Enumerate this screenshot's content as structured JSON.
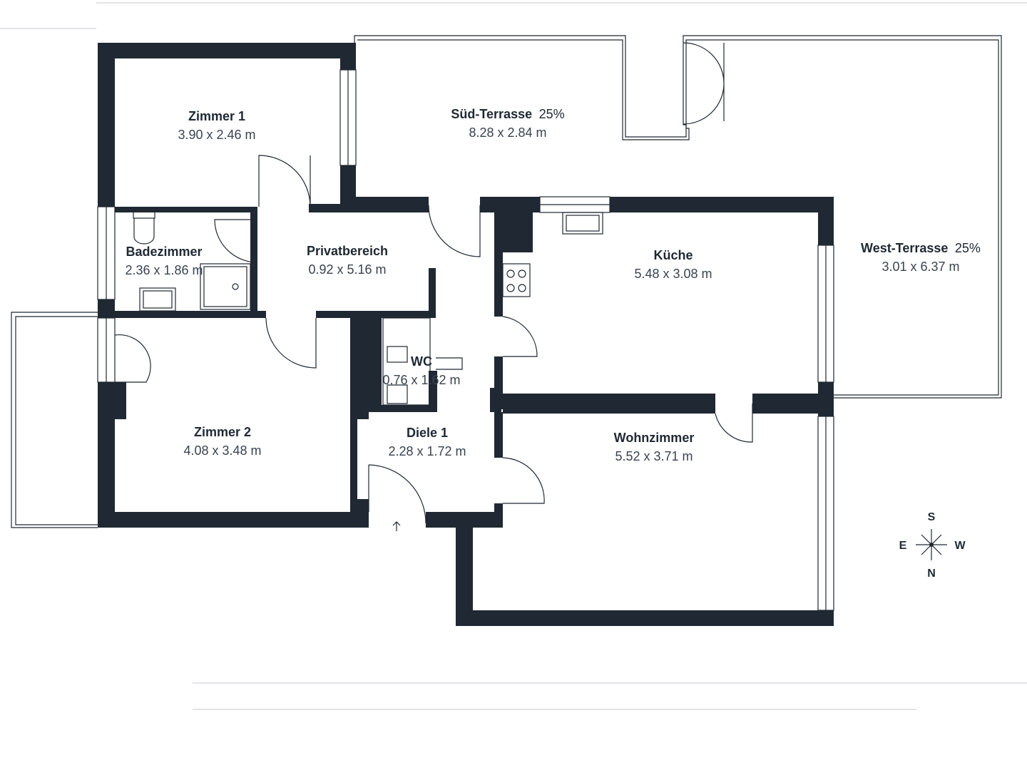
{
  "rooms": {
    "zimmer1": {
      "name": "Zimmer 1",
      "dims": "3.90 x 2.46 m"
    },
    "sued_terrasse": {
      "name": "Süd-Terrasse",
      "suffix": "25%",
      "dims": "8.28 x 2.84 m"
    },
    "west_terrasse": {
      "name": "West-Terrasse",
      "suffix": "25%",
      "dims": "3.01 x 6.37 m"
    },
    "badezimmer": {
      "name": "Badezimmer",
      "dims": "2.36 x 1.86 m"
    },
    "privatbereich": {
      "name": "Privatbereich",
      "dims": "0.92 x 5.16 m"
    },
    "kueche": {
      "name": "Küche",
      "dims": "5.48 x 3.08 m"
    },
    "wc": {
      "name": "WC",
      "dims": "0.76 x 1.62 m"
    },
    "zimmer2": {
      "name": "Zimmer 2",
      "dims": "4.08 x 3.48 m"
    },
    "diele1": {
      "name": "Diele 1",
      "dims": "2.28 x 1.72 m"
    },
    "wohnzimmer": {
      "name": "Wohnzimmer",
      "dims": "5.52 x 3.71 m"
    }
  },
  "compass": {
    "top": "S",
    "bottom": "N",
    "left": "E",
    "right": "W"
  },
  "colors": {
    "wall": "#1f2833",
    "background": "#ffffff",
    "guide": "#d8dce0"
  }
}
